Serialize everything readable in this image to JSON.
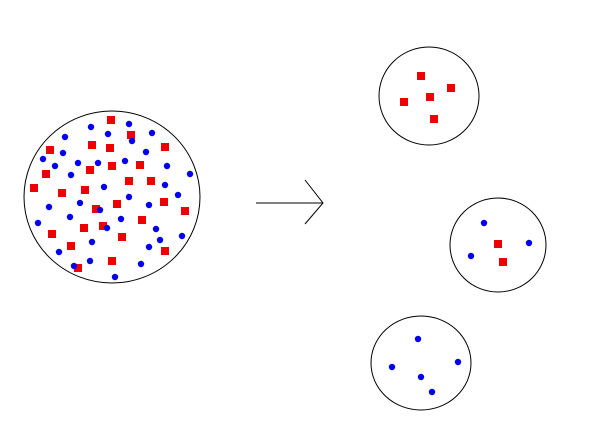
{
  "colors": {
    "red_item": "#ee0000",
    "blue_item": "#0000ee",
    "outline": "#000000",
    "background": "#ffffff"
  },
  "diagram": {
    "source_group": {
      "red_count": 28,
      "blue_count": 38
    },
    "arrow": {
      "direction": "right"
    },
    "result_groups": [
      {
        "name": "red-only",
        "red_count": 5,
        "blue_count": 0
      },
      {
        "name": "mixed",
        "red_count": 2,
        "blue_count": 3
      },
      {
        "name": "blue-only",
        "red_count": 0,
        "blue_count": 5
      }
    ]
  }
}
